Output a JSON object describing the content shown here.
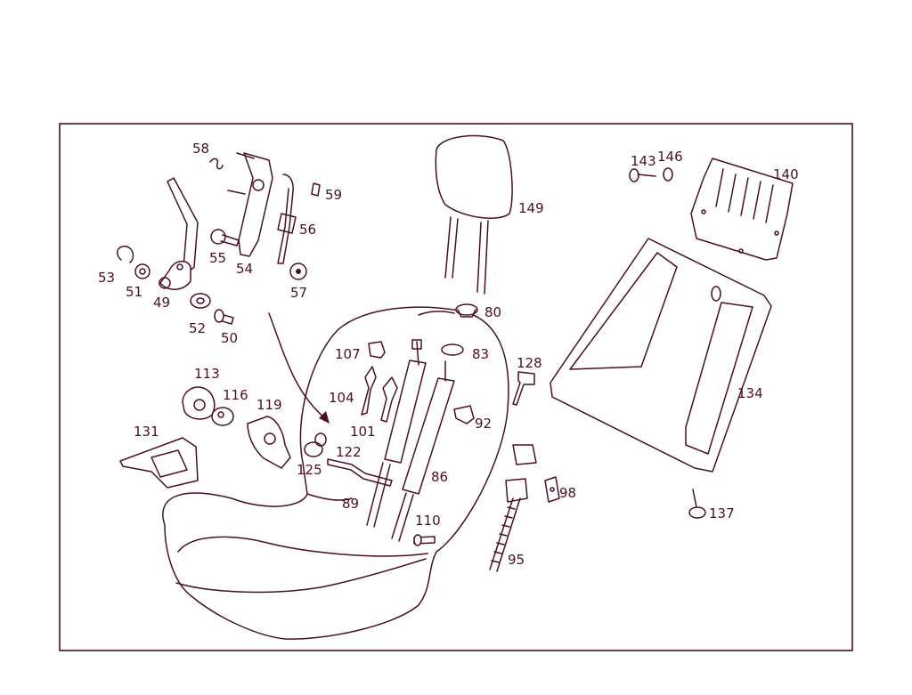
{
  "diagram": {
    "labels": {
      "l58": "58",
      "l59": "59",
      "l56": "56",
      "l55": "55",
      "l54": "54",
      "l57": "57",
      "l53": "53",
      "l51": "51",
      "l49": "49",
      "l52": "52",
      "l50": "50",
      "l113": "113",
      "l116": "116",
      "l119": "119",
      "l131": "131",
      "l125": "125",
      "l122": "122",
      "l107": "107",
      "l104": "104",
      "l101": "101",
      "l89": "89",
      "l149": "149",
      "l80": "80",
      "l83": "83",
      "l86": "86",
      "l92": "92",
      "l110": "110",
      "l128": "128",
      "l98": "98",
      "l95": "95",
      "l143": "143",
      "l146": "146",
      "l140": "140",
      "l134": "134",
      "l137": "137"
    },
    "colors": {
      "line": "#4a1020",
      "background": "#ffffff"
    }
  }
}
